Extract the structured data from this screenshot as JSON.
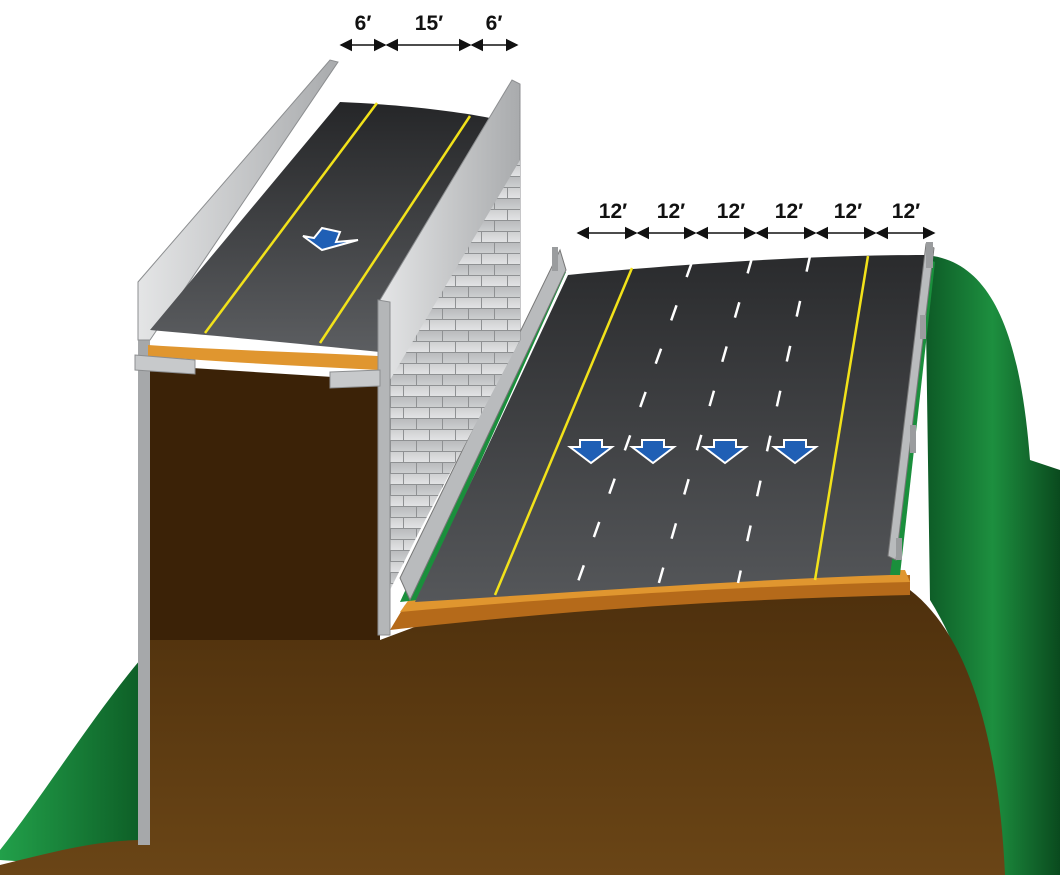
{
  "upper_road": {
    "dimensions": {
      "left_shoulder": "6′",
      "lanes": "15′",
      "right_shoulder": "6′"
    },
    "direction_arrows": 1
  },
  "lower_road": {
    "dimensions": [
      "12′",
      "12′",
      "12′",
      "12′",
      "12′",
      "12′"
    ],
    "direction_arrows": 4
  },
  "colors": {
    "asphalt": "#3a3b3d",
    "lane_yellow": "#f2e21a",
    "lane_white": "#ffffff",
    "arrow_blue": "#1f5fb5",
    "earth": "#5a3a16",
    "grass": "#1c8a3c",
    "base_course": "#d88a2a",
    "wall_gray": "#c9cacb"
  }
}
